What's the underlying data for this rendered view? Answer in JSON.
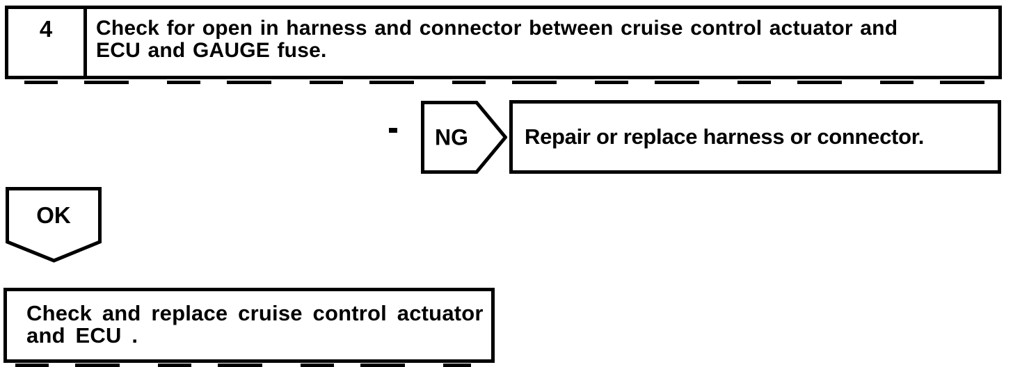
{
  "colors": {
    "ink": "#000000",
    "paper": "#ffffff"
  },
  "step_box": {
    "number": "4",
    "lines": [
      "Check for open in harness and connector between cruise control actuator and",
      "ECU and GAUGE fuse."
    ]
  },
  "ng_branch": {
    "label": "NG",
    "action": "Repair or replace harness or connector."
  },
  "ok_branch": {
    "label": "OK"
  },
  "final_box": {
    "lines": [
      "Check and replace cruise control actuator",
      "and ECU ."
    ]
  }
}
